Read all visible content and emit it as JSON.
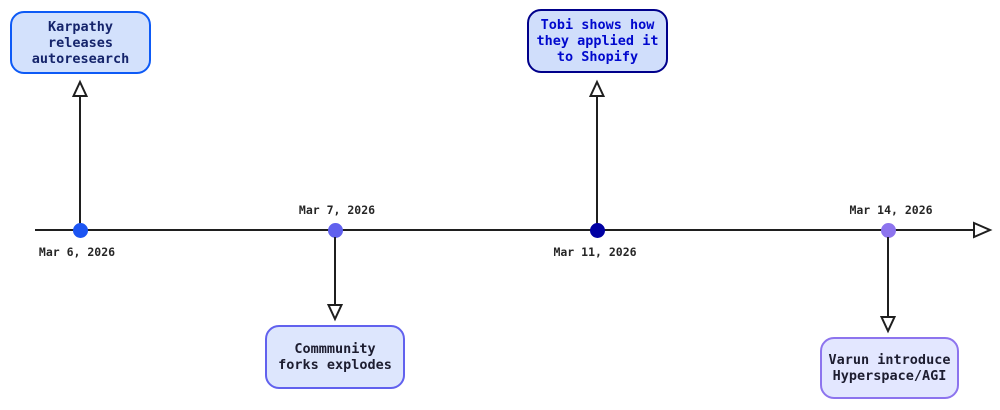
{
  "diagram": {
    "type": "timeline",
    "axis_color": "#1f1f1f",
    "events": [
      {
        "date": "Mar 6, 2026",
        "title": "Karpathy\nreleases\nautoresearch",
        "card_side": "above",
        "dot_color": "#1c55f2",
        "card_fill": "#d3e1fc",
        "card_border": "#0d5af6",
        "title_color": "#15246b"
      },
      {
        "date": "Mar 7, 2026",
        "title": "Commmunity\nforks explodes",
        "card_side": "below",
        "dot_color": "#6161ee",
        "card_fill": "#dde6fd",
        "card_border": "#6161ee",
        "title_color": "#1d1d30"
      },
      {
        "date": "Mar 11, 2026",
        "title": "Tobi shows how\nthey applied it\nto Shopify",
        "card_side": "above",
        "dot_color": "#0000a3",
        "card_fill": "#d0defb",
        "card_border": "#00008b",
        "title_color": "#0008cd"
      },
      {
        "date": "Mar 14, 2026",
        "title": "Varun introduce\nHyperspace/AGI",
        "card_side": "below",
        "dot_color": "#8d74ee",
        "card_fill": "#e3e7ff",
        "card_border": "#8d74ee",
        "title_color": "#1d1d30"
      }
    ]
  }
}
